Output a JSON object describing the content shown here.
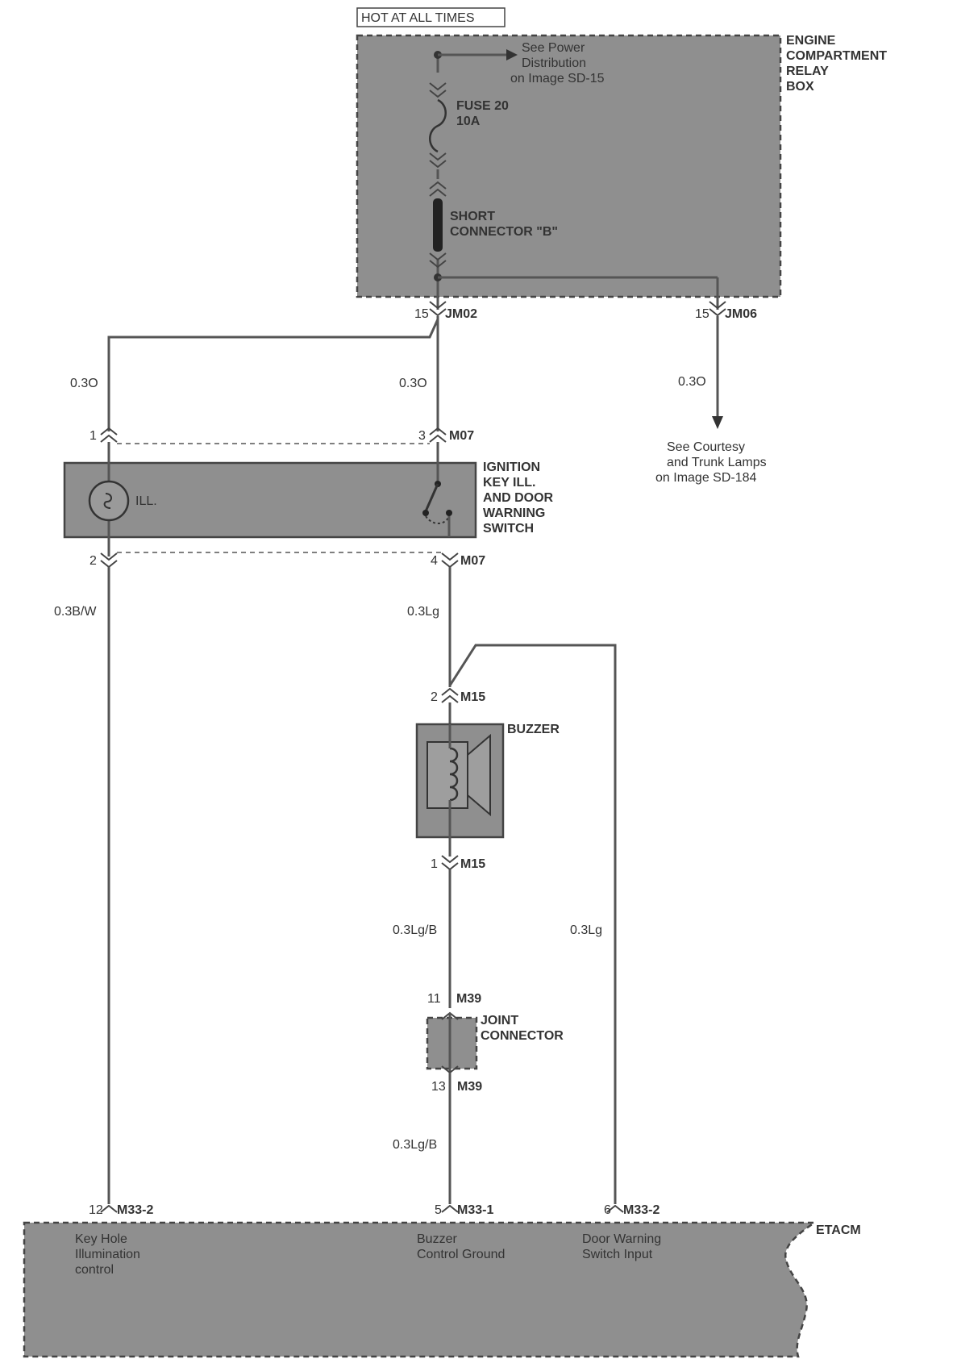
{
  "hot_label": "HOT AT ALL TIMES",
  "relay_box": {
    "name_lines": [
      "ENGINE",
      "COMPARTMENT",
      "RELAY",
      "BOX"
    ],
    "see_power_lines": [
      "See Power",
      "Distribution",
      "on Image SD-15"
    ],
    "fuse_lines": [
      "FUSE 20",
      "10A"
    ],
    "short_conn_lines": [
      "SHORT",
      "CONNECTOR \"B\""
    ]
  },
  "connectors": {
    "jm02": {
      "pin": "15",
      "name": "JM02"
    },
    "jm06": {
      "pin": "15",
      "name": "JM06"
    },
    "m07_top_left": {
      "pin": "1"
    },
    "m07_top_right": {
      "pin": "3",
      "name": "M07"
    },
    "m07_bot_left": {
      "pin": "2"
    },
    "m07_bot_right": {
      "pin": "4",
      "name": "M07"
    },
    "m15_top": {
      "pin": "2",
      "name": "M15"
    },
    "m15_bot": {
      "pin": "1",
      "name": "M15"
    },
    "m39_top": {
      "pin": "11",
      "name": "M39"
    },
    "m39_bot": {
      "pin": "13",
      "name": "M39"
    },
    "m33_left": {
      "pin": "12",
      "name": "M33-2"
    },
    "m33_mid": {
      "pin": "5",
      "name": "M33-1"
    },
    "m33_right": {
      "pin": "6",
      "name": "M33-2"
    }
  },
  "wires": {
    "left_top": "0.3O",
    "mid_top": "0.3O",
    "right_top": "0.3O",
    "left_low": "0.3B/W",
    "mid_mid": "0.3Lg",
    "mid_low": "0.3Lg/B",
    "mid_bottom": "0.3Lg/B",
    "right_low": "0.3Lg"
  },
  "courtesy_lines": [
    "See Courtesy",
    "and Trunk Lamps",
    "on Image SD-184"
  ],
  "switch": {
    "name_lines": [
      "IGNITION",
      "KEY ILL.",
      "AND DOOR",
      "WARNING",
      "SWITCH"
    ],
    "ill_label": "ILL."
  },
  "buzzer_label": "BUZZER",
  "joint_lines": [
    "JOINT",
    "CONNECTOR"
  ],
  "etacm": {
    "name": "ETACM",
    "col1_lines": [
      "Key Hole",
      "Illumination",
      "control"
    ],
    "col2_lines": [
      "Buzzer",
      "Control Ground"
    ],
    "col3_lines": [
      "Door Warning",
      "Switch Input"
    ]
  },
  "colors": {
    "fill": "#8f8f8f",
    "line": "#555555",
    "text": "#333333"
  }
}
